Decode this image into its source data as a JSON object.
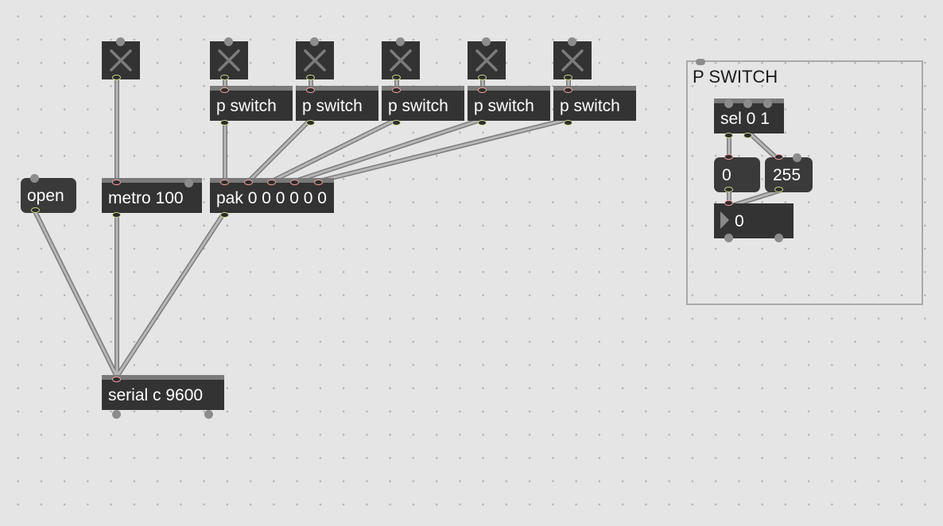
{
  "window": {
    "subpatch_label": "P SWITCH"
  },
  "objects": {
    "open_msg": "open",
    "metro": "metro 100",
    "pak": "pak 0 0 0 0 0 0",
    "serial": "serial c 9600",
    "switches": [
      "p switch",
      "p switch",
      "p switch",
      "p switch",
      "p switch"
    ]
  },
  "subpatch": {
    "select": "sel 0 1",
    "msg_zero": "0",
    "msg_255": "255",
    "number_value": "0"
  },
  "toggles": {
    "icon": "x-toggle-icon",
    "count": 6
  },
  "colors": {
    "canvas": "#e5e5e5",
    "object_fill": "#333333",
    "object_text": "#ffffff",
    "inlet": "#f3a0a0",
    "outlet": "#c9d98b",
    "patch_cord": "#a3a3a3"
  }
}
